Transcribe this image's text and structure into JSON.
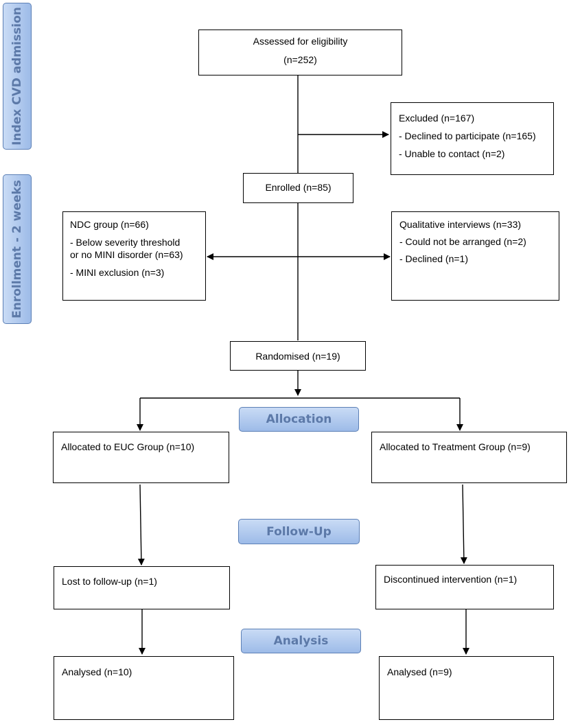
{
  "side_labels": {
    "index_admission": "Index CVD admission",
    "enrollment": "Enrollment - 2 weeks"
  },
  "stages": {
    "allocation": "Allocation",
    "follow_up": "Follow-Up",
    "analysis": "Analysis"
  },
  "boxes": {
    "assessed": {
      "title": "Assessed for eligibility",
      "count": "(n=252)"
    },
    "excluded": {
      "title": "Excluded (n=167)",
      "items": [
        "- Declined to participate (n=165)",
        "- Unable to contact (n=2)"
      ]
    },
    "enrolled": {
      "title": "Enrolled (n=85)"
    },
    "ndc": {
      "title": "NDC group (n=66)",
      "items": [
        "- Below severity threshold",
        "or no MINI disorder (n=63)",
        "- MINI exclusion (n=3)"
      ]
    },
    "qualitative": {
      "title": "Qualitative interviews (n=33)",
      "items": [
        "- Could not be arranged (n=2)",
        "- Declined (n=1)"
      ]
    },
    "randomised": {
      "title": "Randomised (n=19)"
    },
    "euc": {
      "title": "Allocated to EUC Group (n=10)"
    },
    "treatment": {
      "title": "Allocated to Treatment Group (n=9)"
    },
    "lost": {
      "title": "Lost to follow-up (n=1)"
    },
    "discontinued": {
      "title": "Discontinued intervention (n=1)"
    },
    "analysed_euc": {
      "title": "Analysed (n=10)"
    },
    "analysed_treatment": {
      "title": "Analysed (n=9)"
    }
  }
}
